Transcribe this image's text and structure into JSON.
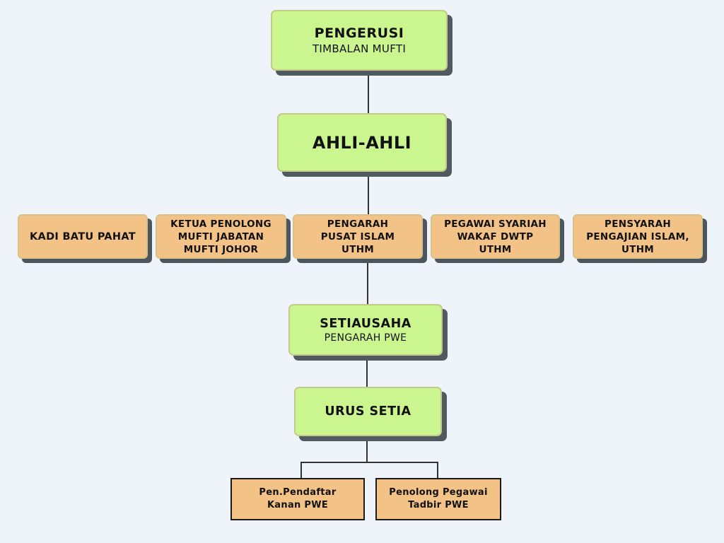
{
  "chair": {
    "title": "PENGERUSI",
    "subtitle": "TIMBALAN MUFTI"
  },
  "members": {
    "title": "AHLI-AHLI"
  },
  "member_list": [
    {
      "label": "KADI BATU PAHAT"
    },
    {
      "label": "KETUA PENOLONG MUFTI JABATAN MUFTI JOHOR"
    },
    {
      "label": "PENGARAH PUSAT ISLAM UTHM"
    },
    {
      "label": "PEGAWAI SYARIAH WAKAF DWTP UTHM"
    },
    {
      "label": "PENSYARAH PENGAJIAN ISLAM, UTHM"
    }
  ],
  "secretary": {
    "title": "SETIAUSAHA",
    "subtitle": "PENGARAH PWE"
  },
  "secretariat": {
    "title": "URUS SETIA"
  },
  "staff": [
    {
      "label": "Pen.Pendaftar Kanan PWE"
    },
    {
      "label": "Penolong Pegawai Tadbir PWE"
    }
  ],
  "colors": {
    "background": "#eef4f9",
    "primary_box": "#cbf58f",
    "secondary_box": "#f2c286",
    "shadow": "#505a60",
    "line": "#333333"
  }
}
